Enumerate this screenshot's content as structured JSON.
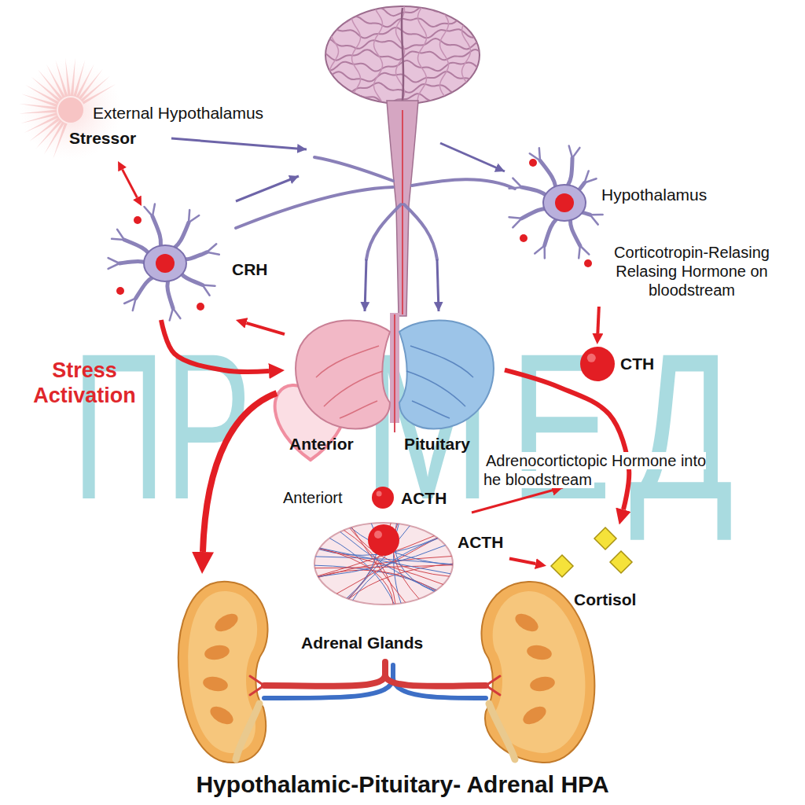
{
  "diagram": {
    "title": "Hypothalamic-Pituitary- Adrenal HPA",
    "nodes": [
      {
        "text": [
          "External Hypothalamus",
          "Stressor"
        ]
      },
      {
        "text": [
          "CRH"
        ]
      },
      {
        "text": [
          "Hypothalamus",
          "Corticotropin-Relasing Relasing Hormone on bloodstream"
        ]
      },
      {
        "text": [
          "CTH"
        ]
      },
      {
        "text": [
          "Anterior",
          "Pituitary"
        ]
      },
      {
        "text": [
          "Anteriort",
          "ACTH"
        ]
      },
      {
        "text": [
          "ACTH",
          "Adrenal Glands"
        ]
      },
      {
        "text": [
          "Cortisol"
        ]
      }
    ],
    "edges": [
      {
        "from": 0,
        "to": 1,
        "arrow": "both"
      },
      {
        "from": 1,
        "to": 4,
        "arrow": "to"
      },
      {
        "from": 4,
        "to": 1,
        "arrow": "to"
      },
      {
        "from": 2,
        "to": 3,
        "arrow": "to"
      },
      {
        "from": 4,
        "to": 7,
        "arrow": "to"
      },
      {
        "from": 6,
        "to": 7,
        "arrow": "to"
      }
    ],
    "labels": [
      "Stress Activation",
      "Adrenocortictopic Hormone into he bloodstream",
      "ПР",
      "МЕД"
    ]
  }
}
